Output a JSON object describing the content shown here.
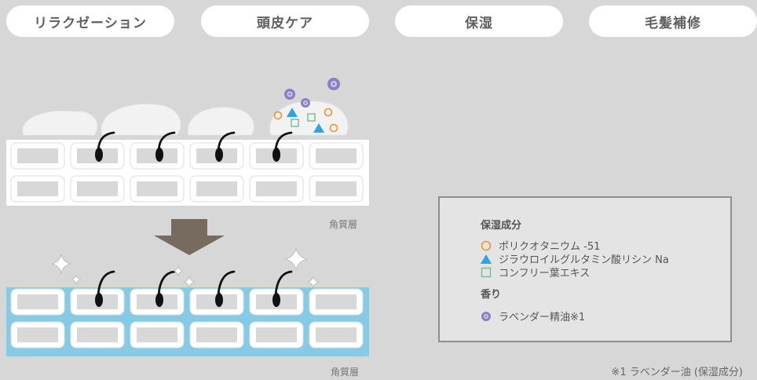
{
  "tabs": [
    {
      "label": "リラクゼーション"
    },
    {
      "label": "頭皮ケア"
    },
    {
      "label": "保湿"
    },
    {
      "label": "毛髪補修"
    }
  ],
  "illustration": {
    "top_label": "角質層",
    "bottom_label": "角質層"
  },
  "panel": {
    "moisture_heading": "保湿成分",
    "ingredients": [
      {
        "icon": "orange-circle-icon",
        "label": "ポリクオタニウム -51"
      },
      {
        "icon": "blue-triangle-icon",
        "label": "ジラウロイルグルタミン酸リシン Na"
      },
      {
        "icon": "green-square-icon",
        "label": "コンフリー葉エキス"
      }
    ],
    "scent_heading": "香り",
    "scent": {
      "icon": "lavender-icon",
      "label": "ラベンダー精油※1"
    }
  },
  "footnote": "※1 ラベンダー油 (保湿成分)",
  "colors": {
    "background": "#d7d7d8",
    "tab_bg": "#ffffff",
    "orange": "#f0922b",
    "blue": "#2aa7df",
    "green": "#6fbf8e",
    "lavender": "#8a7fc0",
    "moisture_layer": "#86cbe5",
    "arrow": "#776a5e"
  }
}
